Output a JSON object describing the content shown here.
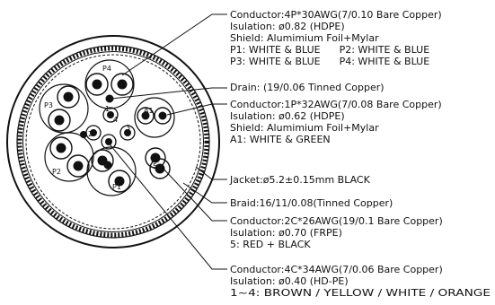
{
  "callouts": {
    "conductor_4p": {
      "lines": [
        "Conductor:4P*30AWG(7/0.10 Bare Copper)",
        "Isulation: ø0.82 (HDPE)",
        "Shield: Alumimium Foil+Mylar",
        "P1: WHITE & BLUE      P2: WHITE & BLUE",
        "P3: WHITE & BLUE      P4: WHITE & BLUE"
      ]
    },
    "drain": {
      "lines": [
        "Drain: (19/0.06 Tinned Copper)"
      ]
    },
    "conductor_1p": {
      "lines": [
        "Conductor:1P*32AWG(7/0.08 Bare Copper)",
        "Isulation: ø0.62 (HDPE)",
        "Shield: Alumimium Foil+Mylar",
        "A1: WHITE & GREEN"
      ]
    },
    "jacket": {
      "lines": [
        "Jacket:ø5.2±0.15mm BLACK"
      ]
    },
    "braid": {
      "lines": [
        "Braid:16/11/0.08(Tinned Copper)"
      ]
    },
    "conductor_2c": {
      "lines": [
        "Conductor:2C*26AWG(19/0.1 Bare Copper)",
        "Isulation: ø0.70 (FRPE)",
        "5: RED + BLACK"
      ]
    },
    "conductor_4c": {
      "lines": [
        "Conductor:4C*34AWG(7/0.06 Bare Copper)",
        "Isulation: ø0.40 (HD-PE)",
        "1~4: BROWN / YELLOW / WHITE / ORANGE"
      ]
    }
  },
  "pair_labels": {
    "p1": "P1",
    "p2": "P2",
    "p3": "P3",
    "p4": "P4",
    "a1": "A1"
  },
  "core_labels": [
    "1",
    "2",
    "3",
    "4",
    "5"
  ],
  "colors": {
    "line": "#111111",
    "background": "#ffffff"
  }
}
